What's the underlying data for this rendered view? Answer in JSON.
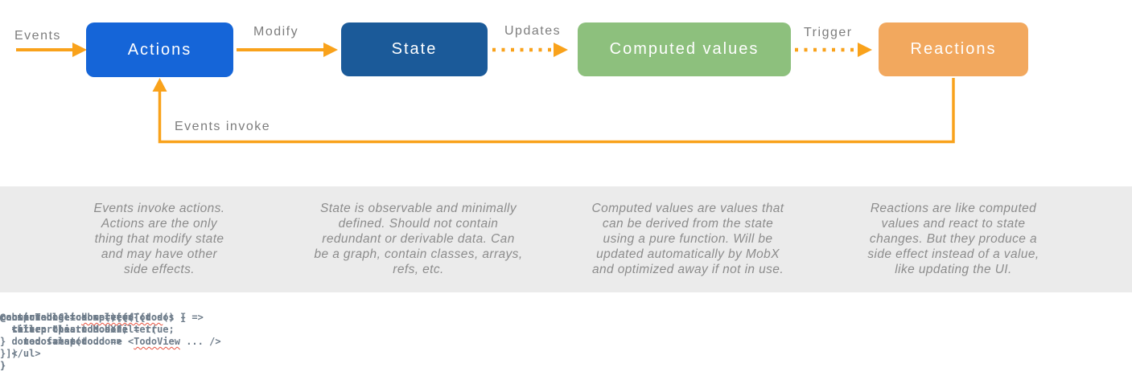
{
  "colors": {
    "arrow": "#F9A21B",
    "box_actions": "#1565D8",
    "box_state": "#1B5A99",
    "box_computed": "#8DC07D",
    "box_reactions": "#F2A85E",
    "node_text": "#FFFFFF",
    "band_bg": "#EBEBEB",
    "label_text": "#7D7D7D",
    "desc_text": "#8C8C8C",
    "code_text": "#6E7C8A",
    "squiggle": "#E8513E"
  },
  "flow": {
    "nodes": {
      "actions": "Actions",
      "state": "State",
      "computed": "Computed values",
      "reactions": "Reactions"
    },
    "edges": {
      "events": "Events",
      "modify": "Modify",
      "updates": "Updates",
      "trigger": "Trigger",
      "feedback": "Events invoke"
    }
  },
  "descriptions": {
    "actions": [
      "Events invoke actions.",
      "Actions are the only",
      "thing that modify state",
      "and may have other",
      "side effects."
    ],
    "state": [
      "State is observable and minimally",
      "defined. Should not contain",
      "redundant or derivable data. Can",
      "be a graph, contain classes, arrays,",
      "refs, etc."
    ],
    "computed": [
      "Computed values are values that",
      "can be derived from the state",
      "using a pure function. Will be",
      "updated automatically by MobX",
      "and optimized away if not in use."
    ],
    "reactions": [
      "Reactions are like computed",
      "values and react to state",
      "changes. But they produce a",
      "side effect instead of a value,",
      "like updating the UI."
    ]
  },
  "code": {
    "action": {
      "line1": "@action onClick = () => {",
      "line2": "  this.props.todo.done = true;",
      "line3": "}"
    },
    "observable": {
      "line1": "@observable todos = [{",
      "line2": "  title: \"learn MobX\",",
      "line3": "  done: false",
      "line4": "}]"
    },
    "computed": {
      "line1_pre": "@computed get ",
      "line1_word": "completedTodos",
      "line1_post": "() {",
      "line2": "  return this.todos.filter(",
      "line3": "    todo => todo.done",
      "line4": "  )",
      "line5": "}"
    },
    "observer": {
      "line1": "const Todos = observer({ todos } =>",
      "line2": "  <ul>",
      "line3_pre": "    todos.map(todo => <",
      "line3_word": "TodoView",
      "line3_post": " ... />",
      "line4": "  </ul>",
      "line5": ")"
    }
  }
}
